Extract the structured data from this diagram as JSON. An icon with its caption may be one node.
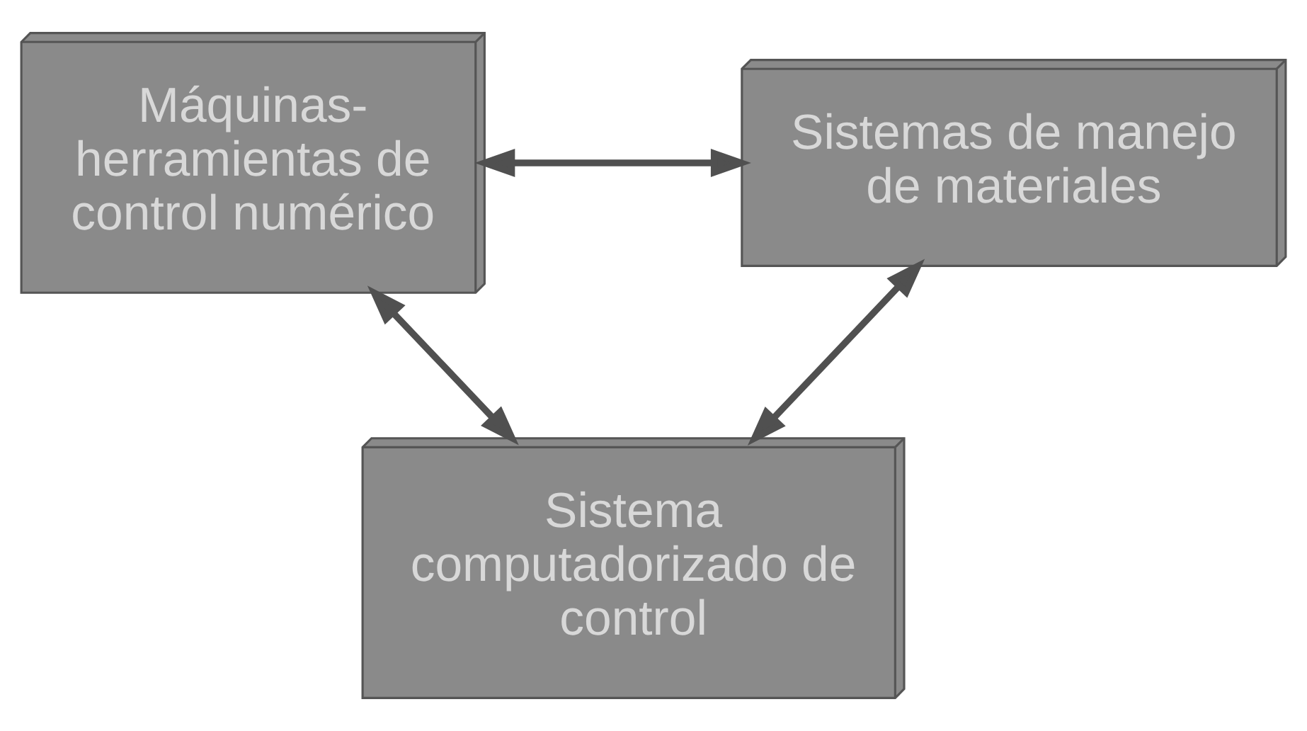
{
  "diagram": {
    "nodes": [
      {
        "text": [
          "Máquinas-herramientas de control numérico"
        ]
      },
      {
        "text": [
          "Sistemas de manejo de materiales"
        ]
      },
      {
        "text": [
          "Sistema computadorizado de control"
        ]
      }
    ],
    "edges": [
      {
        "from": 0,
        "to": 1,
        "arrow": "both"
      },
      {
        "from": 0,
        "to": 2,
        "arrow": "both"
      },
      {
        "from": 1,
        "to": 2,
        "arrow": "both"
      }
    ]
  }
}
